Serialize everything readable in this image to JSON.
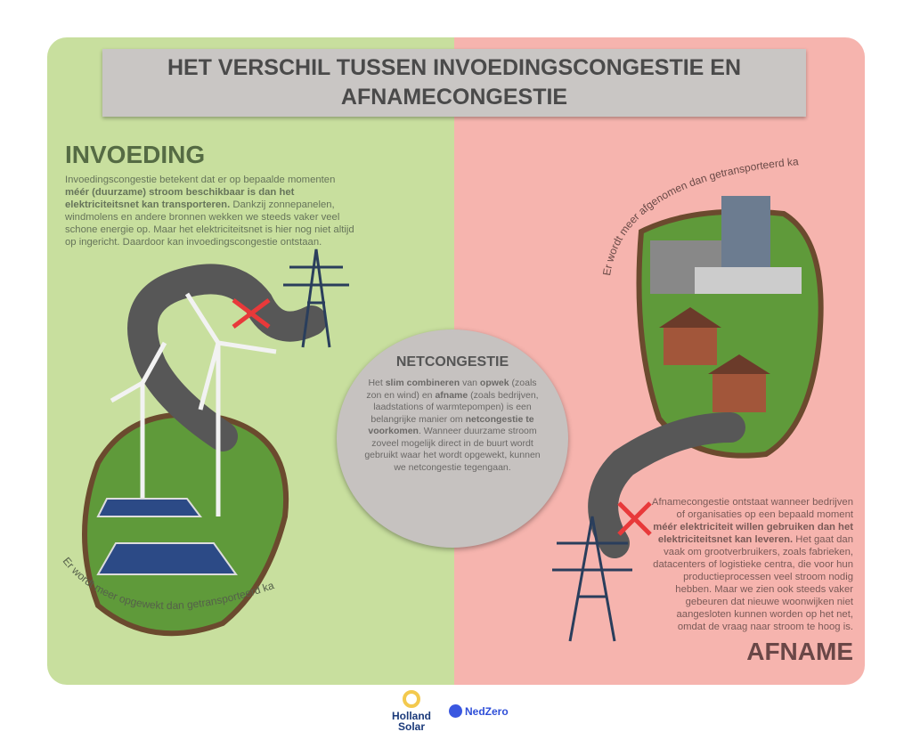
{
  "title": "HET VERSCHIL TUSSEN INVOEDINGSCONGESTIE EN AFNAMECONGESTIE",
  "invoeding": {
    "heading": "INVOEDING",
    "text_1": "Invoedingscongestie betekent dat er op bepaalde momenten ",
    "bold_1": "méér (duurzame) stroom beschikbaar is dan het elektriciteitsnet kan transporteren.",
    "text_2": " Dankzij zonnepanelen, windmolens en andere bronnen wekken we steeds vaker veel schone energie op. Maar het elektriciteitsnet is hier nog niet altijd op ingericht. Daardoor kan invoedingscongestie ontstaan.",
    "curved_caption": "Er wordt meer opgewekt dan getransporteerd kan worden"
  },
  "netcongestie": {
    "heading": "NETCONGESTIE",
    "t1": "Het ",
    "b1": "slim combineren",
    "t2": " van ",
    "b2": "opwek",
    "t3": " (zoals zon en wind) en ",
    "b3": "afname",
    "t4": " (zoals bedrijven, laadstations of warmtepompen) is een belangrijke manier om ",
    "b4": "netcongestie te voorkomen",
    "t5": ". Wanneer duurzame stroom zoveel mogelijk direct in de buurt wordt gebruikt waar het wordt opgewekt, kunnen we netcongestie tegengaan."
  },
  "afname": {
    "heading": "AFNAME",
    "text_1": "Afnamecongestie ontstaat wanneer bedrijven of organisaties op een bepaald moment ",
    "bold_1": "méér elektriciteit willen gebruiken dan het elektriciteitsnet kan leveren.",
    "text_2": " Het gaat dan vaak om grootverbruikers, zoals fabrieken, datacenters of logistieke centra, die voor hun productieprocessen veel stroom nodig hebben. Maar we zien ook steeds vaker gebeuren dat nieuwe woonwijken niet aangesloten kunnen worden op het net, omdat de vraag naar stroom te hoog is.",
    "curved_caption": "Er wordt meer afgenomen dan getransporteerd kan worden"
  },
  "logos": {
    "holland_solar_1": "Holland",
    "holland_solar_2": "Solar",
    "nedzero": "NedZero"
  },
  "colors": {
    "green": "#c8df9e",
    "pink": "#f6b4ae",
    "road": "#555555",
    "cross": "#e8393a"
  }
}
